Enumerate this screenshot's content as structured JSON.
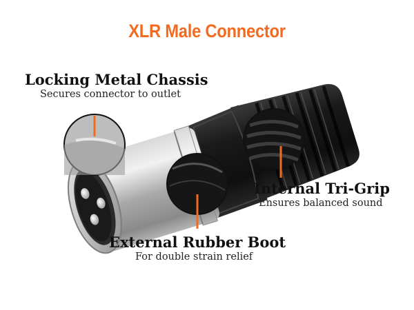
{
  "title": "XLR Male Connector",
  "colors": {
    "title": "#f26b21",
    "callout_line": "#f26b21",
    "metal": "#b9b9b9",
    "rubber": "#1c1c1c"
  },
  "callouts": [
    {
      "heading": "Locking Metal Chassis",
      "subtitle": "Secures connector to outlet"
    },
    {
      "heading": "Internal Tri-Grip",
      "subtitle": "Ensures balanced sound"
    },
    {
      "heading": "External Rubber Boot",
      "subtitle": "For double strain relief"
    }
  ]
}
